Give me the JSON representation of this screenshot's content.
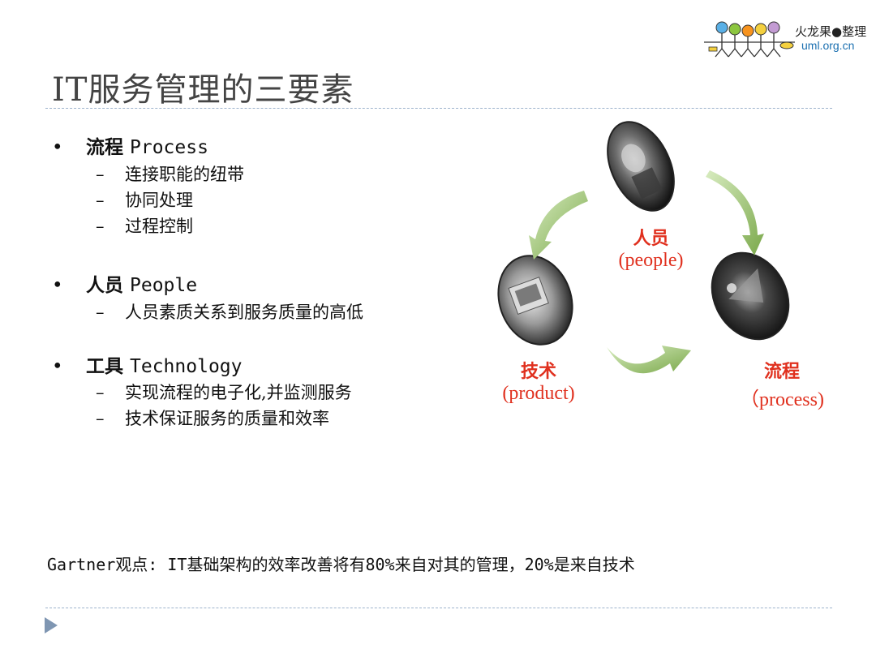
{
  "logo": {
    "brand": "火龙果●整理",
    "url": "uml.org.cn"
  },
  "title": "IT服务管理的三要素",
  "bullets": [
    {
      "marker": "•",
      "cn": "流程",
      "en": "Process",
      "subs": [
        "连接职能的纽带",
        "协同处理",
        "过程控制"
      ]
    },
    {
      "marker": "•",
      "cn": "人员",
      "en": "People",
      "subs": [
        "人员素质关系到服务质量的高低"
      ]
    },
    {
      "marker": "•",
      "cn": "工具",
      "en": "Technology",
      "subs": [
        "实现流程的电子化,并监测服务",
        "技术保证服务的质量和效率"
      ]
    }
  ],
  "sub_marker": "–",
  "diagram": {
    "people": {
      "cn": "人员",
      "en": "(people)"
    },
    "product": {
      "cn": "技术",
      "en": "(product)"
    },
    "process": {
      "cn": "流程",
      "en": "（process)"
    }
  },
  "note": "Gartner观点: IT基础架构的效率改善将有80%来自对其的管理，20%是来自技术",
  "colors": {
    "label_red": "#e0301e",
    "arrow_green": "#8fbf5a",
    "divider": "#9db3cc",
    "corner_arrow": "#7f96b2"
  },
  "icons": [
    "logo-figures-icon",
    "corner-triangle-icon"
  ]
}
